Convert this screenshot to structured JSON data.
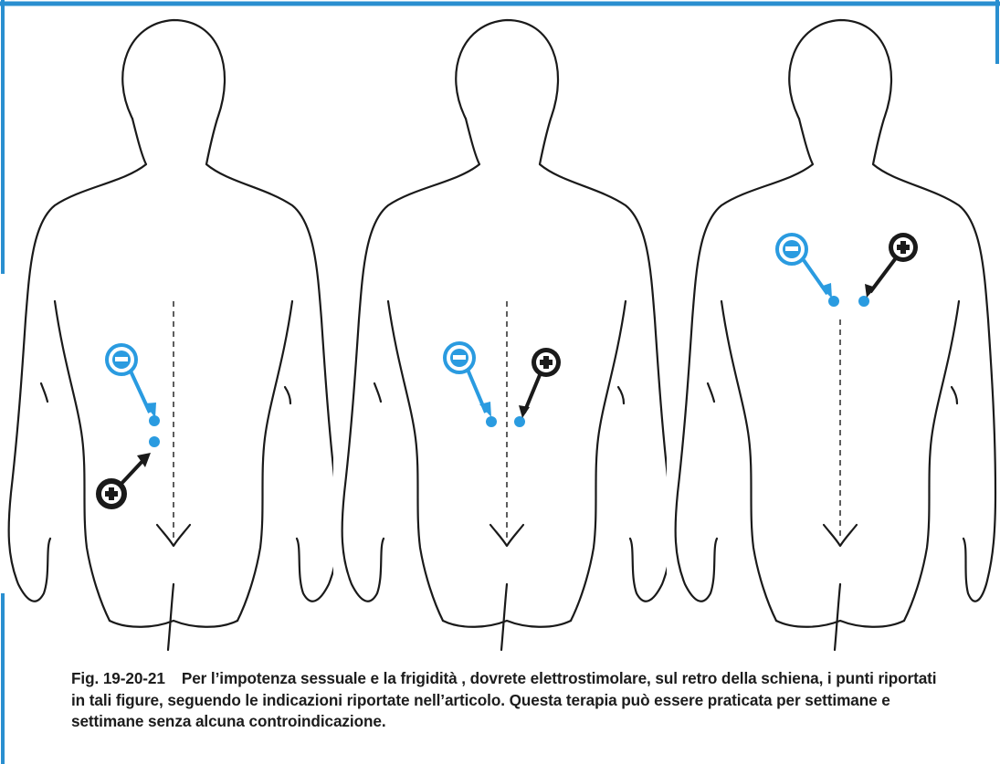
{
  "colors": {
    "frame_blue": "#2a8fd0",
    "electrode_blue": "#2a9be0",
    "line_black": "#1a1a1a",
    "background": "#ffffff"
  },
  "icons": {
    "negative": "minus-circle-icon",
    "positive": "plus-circle-icon"
  },
  "figures": [
    {
      "id": "fig-19",
      "points": "lower back, vertical pair",
      "negative_badge": "−",
      "positive_badge": "+"
    },
    {
      "id": "fig-20",
      "points": "lower back, horizontal pair",
      "negative_badge": "−",
      "positive_badge": "+"
    },
    {
      "id": "fig-21",
      "points": "upper back, horizontal pair",
      "negative_badge": "−",
      "positive_badge": "+"
    }
  ],
  "caption": {
    "label": "Fig. 19-20-21",
    "text": "Per l’impotenza sessuale e la frigidità , dovrete elettrostimolare, sul retro della schiena, i punti riportati in tali figure, seguendo le indicazioni riportate nell’articolo. Questa terapia può essere praticata per settimane e settimane senza alcuna controindicazione."
  }
}
